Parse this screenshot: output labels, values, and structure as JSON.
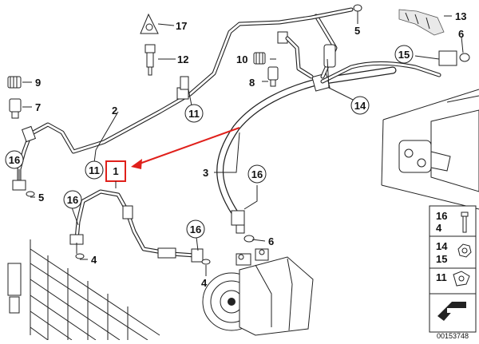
{
  "diagram": {
    "callouts": [
      {
        "key": "c17",
        "label": "17"
      },
      {
        "key": "c12",
        "label": "12"
      },
      {
        "key": "c9",
        "label": "9"
      },
      {
        "key": "c7",
        "label": "7"
      },
      {
        "key": "c16a",
        "label": "16"
      },
      {
        "key": "c5a",
        "label": "5"
      },
      {
        "key": "c2",
        "label": "2"
      },
      {
        "key": "c11a",
        "label": "11"
      },
      {
        "key": "c11b",
        "label": "11"
      },
      {
        "key": "c1",
        "label": "1"
      },
      {
        "key": "c16b",
        "label": "16"
      },
      {
        "key": "c4a",
        "label": "4"
      },
      {
        "key": "c16c",
        "label": "16"
      },
      {
        "key": "c4b",
        "label": "4"
      },
      {
        "key": "c3",
        "label": "3"
      },
      {
        "key": "c16d",
        "label": "16"
      },
      {
        "key": "c6a",
        "label": "6"
      },
      {
        "key": "c10",
        "label": "10"
      },
      {
        "key": "c8",
        "label": "8"
      },
      {
        "key": "c14",
        "label": "14"
      },
      {
        "key": "c5b",
        "label": "5"
      },
      {
        "key": "c13",
        "label": "13"
      },
      {
        "key": "c6b",
        "label": "6"
      },
      {
        "key": "c15",
        "label": "15"
      }
    ],
    "highlight_color": "#e0201b"
  },
  "legend_box": {
    "entries": [
      {
        "labels": [
          "16",
          "4"
        ]
      },
      {
        "labels": [
          "14",
          "15"
        ]
      },
      {
        "labels": [
          "11"
        ]
      }
    ],
    "diagram_number": "00153748"
  }
}
